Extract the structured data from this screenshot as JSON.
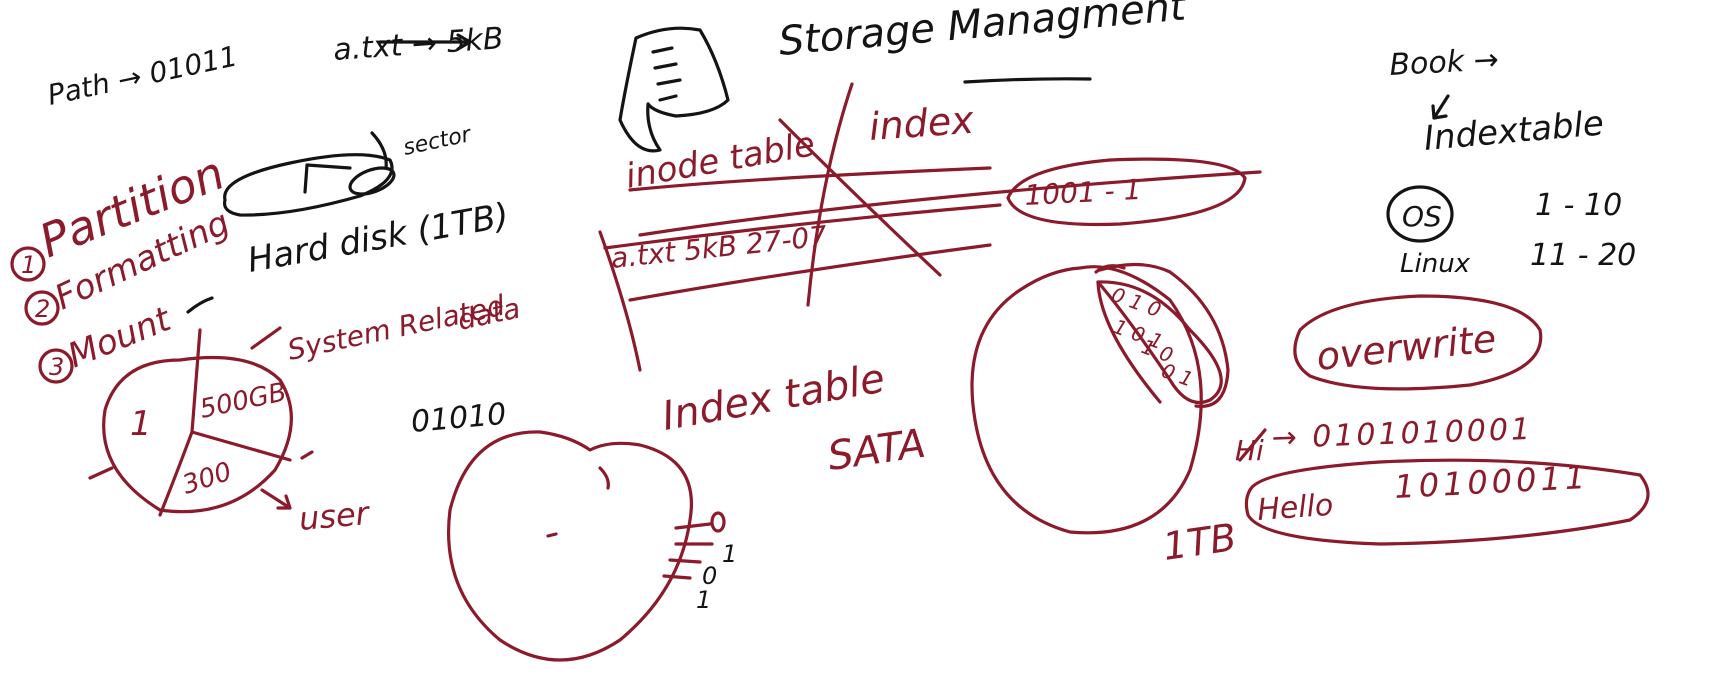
{
  "canvas": {
    "background": "#ffffff",
    "ink_colors": {
      "red": "#8b1a2b",
      "black": "#141414"
    }
  },
  "notes": {
    "top_left_path": "Path → 01011",
    "a_txt": "a.txt → 5kB",
    "title": "Storage Managment",
    "book": "Book →",
    "indextable": "Indextable",
    "os_label": "OS",
    "os_range": "1 - 10",
    "linux_label": "Linux",
    "linux_range": "11 - 20",
    "sector": "sector",
    "partition": "Partition",
    "formatting": "Formatting",
    "mount": "Mount",
    "step_1": "1",
    "step_2": "2",
    "step_3": "3",
    "hard_disk": "Hard disk (1TB)",
    "system_related_1": "System Related",
    "system_related_2": "data",
    "user": "user",
    "pie_1": "1",
    "pie_500gb": "500GB",
    "pie_300": "300",
    "bits_01010": "01010",
    "inode_table": "inode table",
    "index": "index",
    "a_txt_row": "a.txt   5kB   27-07",
    "range_1001": "1001 - 1",
    "index_table": "Index table",
    "sata": "SATA",
    "platter_bits_1": "1",
    "platter_bits_2": "0",
    "platter_bits_3": "1",
    "sector_bits_1": "0 1 0",
    "sector_bits_2": "1 0 1",
    "sector_bits_3": "1 0",
    "sector_bits_4": "0 1",
    "one_tb": "1TB",
    "overwrite": "overwrite",
    "hi_label": "Hi",
    "hi_bits": "→ 0101010001",
    "hello_label": "Hello",
    "hello_bits": "10100011"
  }
}
